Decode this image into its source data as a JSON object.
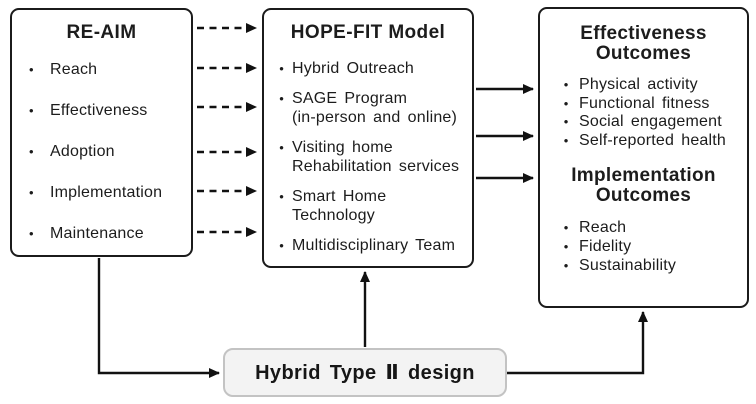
{
  "ui": {
    "bullet": "•"
  },
  "boxes": {
    "reaim": {
      "title": "RE-AIM",
      "items": [
        "Reach",
        "Effectiveness",
        "Adoption",
        "Implementation",
        "Maintenance"
      ]
    },
    "hopefit": {
      "title": "HOPE-FIT Model",
      "items": [
        "Hybrid Outreach",
        "SAGE Program\n(in-person and online)",
        "Visiting home\nRehabilitation services",
        "Smart Home\nTechnology",
        "Multidisciplinary Team"
      ]
    },
    "outcomes": {
      "sections": [
        {
          "title": "Effectiveness\nOutcomes",
          "items": [
            "Physical activity",
            "Functional fitness",
            "Social engagement",
            "Self-reported health"
          ]
        },
        {
          "title": "Implementation\nOutcomes",
          "items": [
            "Reach",
            "Fidelity",
            "Sustainability"
          ]
        }
      ]
    },
    "design": {
      "label": "Hybrid Type Ⅱ design"
    }
  },
  "colors": {
    "line": "#111111",
    "box_border": "#1b1b1b",
    "design_fill": "#f3f3f3",
    "design_border": "#c3c3c3"
  }
}
